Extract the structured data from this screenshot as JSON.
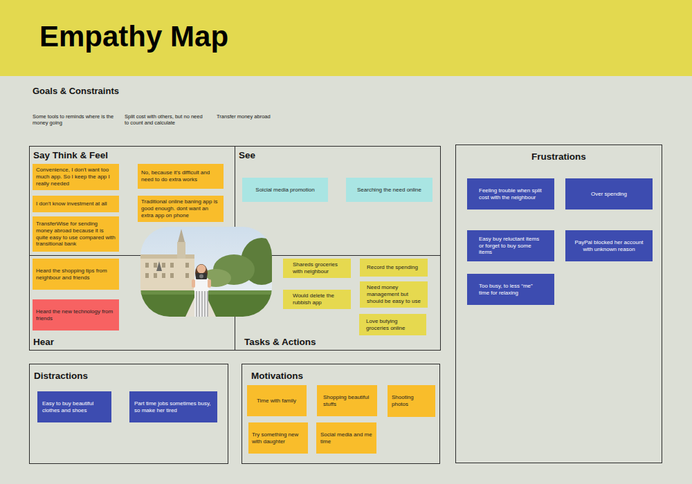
{
  "diagram": {
    "title": "Empathy Map",
    "nodes": [
      {
        "text": [
          "Say Think & Feel"
        ]
      },
      {
        "text": [
          "Convenience, I don't want too much app. So I keep the app I really needed"
        ],
        "in": 0
      },
      {
        "text": [
          "No, because it's difficult and need to do extra works"
        ],
        "in": 0
      },
      {
        "text": [
          "I don't know investment at all"
        ],
        "in": 0
      },
      {
        "text": [
          "Traditional online baning app is good enough. dont want an extra app on phone"
        ],
        "in": 0
      },
      {
        "text": [
          "TransferWise for sending money abroad because it is quite easy to use compared with transitional bank"
        ],
        "in": 0
      },
      {
        "text": [
          "See"
        ]
      },
      {
        "text": [
          "Soicial media promotion"
        ],
        "in": 6
      },
      {
        "text": [
          "Searching the need online"
        ],
        "in": 6
      },
      {
        "text": [
          "Hear"
        ]
      },
      {
        "text": [
          "Heard the shopping tips from neighbour and friends"
        ],
        "in": 9
      },
      {
        "text": [
          "Heard the new technology from friends"
        ],
        "in": 9
      },
      {
        "text": [
          "Tasks & Actions"
        ]
      },
      {
        "text": [
          "Shareds groceries with neighbour"
        ],
        "in": 12
      },
      {
        "text": [
          "Record the spending"
        ],
        "in": 12
      },
      {
        "text": [
          "Need money management but should be easy to use"
        ],
        "in": 12
      },
      {
        "text": [
          "Would delete the rubbish app"
        ],
        "in": 12
      },
      {
        "text": [
          "Love butying groceries online"
        ],
        "in": 12
      },
      {
        "text": [
          "Frustrations"
        ]
      },
      {
        "text": [
          "Feeling trouble when split cost with the neighbour"
        ],
        "in": 18
      },
      {
        "text": [
          "Over spending"
        ],
        "in": 18
      },
      {
        "text": [
          "Easy buy reluctant items or forget to buy some items"
        ],
        "in": 18
      },
      {
        "text": [
          "PayPal blocked her account with unknown reason"
        ],
        "in": 18
      },
      {
        "text": [
          "Too busy, to less “me” time for relaxing"
        ],
        "in": 18
      },
      {
        "text": [
          "Distractions"
        ]
      },
      {
        "text": [
          "Easy to buy beautiful clothes and shoes"
        ],
        "in": 24
      },
      {
        "text": [
          "Part time jobs sometimes busy, so make her tired"
        ],
        "in": 24
      },
      {
        "text": [
          "Motivations"
        ]
      },
      {
        "text": [
          "Time with family"
        ],
        "in": 27
      },
      {
        "text": [
          "Shopping beautiful stuffs"
        ],
        "in": 27
      },
      {
        "text": [
          "Shooting photos"
        ],
        "in": 27
      },
      {
        "text": [
          "Try something new with daughter"
        ],
        "in": 27
      },
      {
        "text": [
          "Social media and me time"
        ],
        "in": 27
      }
    ],
    "labels": [
      "Goals & Constraints",
      "Some tools to reminds where is the money going",
      "Split cost with others, but no need to count and calculate",
      "Transfer money abroad"
    ]
  }
}
